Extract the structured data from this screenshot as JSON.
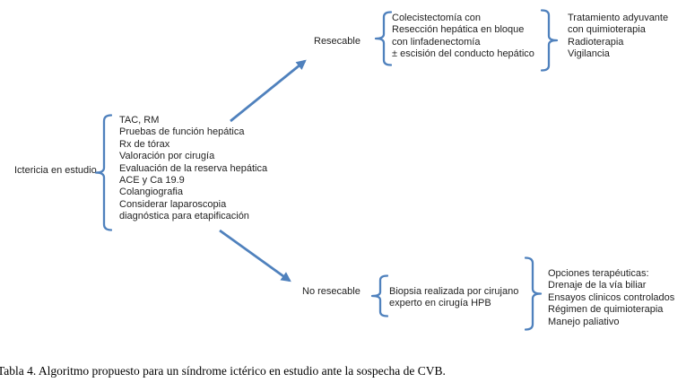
{
  "figure": {
    "root_label": "Ictericia en estudio",
    "diagnostics": {
      "lines": [
        "TAC, RM",
        "Pruebas de función hepática",
        "Rx de tórax",
        "Valoración por cirugía",
        "Evaluación de la reserva hepática",
        "ACE y Ca 19.9",
        "Colangiografia",
        "Considerar laparoscopia",
        "diagnóstica para etapificación"
      ]
    },
    "resecable": {
      "label": "Resecable",
      "surgery_lines": [
        "Colecistectomía con",
        "Resección hepática en bloque",
        "con linfadenectomía",
        "± escisión del conducto hepático"
      ],
      "adjuvant_lines": [
        "Tratamiento adyuvante",
        "con quimioterapia",
        "Radioterapia",
        "Vigilancia"
      ]
    },
    "no_resecable": {
      "label": "No resecable",
      "biopsy_lines": [
        "Biopsia realizada por cirujano",
        "experto en cirugía HPB"
      ],
      "options_lines": [
        "Opciones terapéuticas:",
        "Drenaje de la vía biliar",
        "Ensayos clinicos controlados",
        "Régimen de quimioterapia",
        "Manejo paliativo"
      ]
    }
  },
  "caption": "Tabla 4. Algoritmo propuesto para un síndrome ictérico en estudio ante la sospecha de CVB.",
  "colors": {
    "accent_blue": "#4f81bd",
    "text": "#1f1f1f"
  }
}
